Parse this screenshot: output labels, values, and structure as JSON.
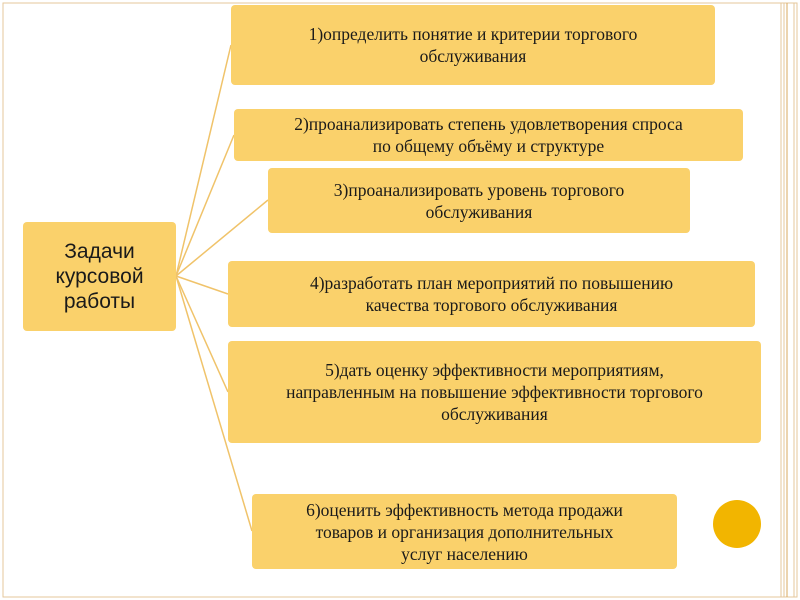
{
  "diagram": {
    "root": {
      "lines": [
        "Задачи",
        "курсовой",
        "работы"
      ]
    },
    "nodes": [
      {
        "lines": [
          "1)определить понятие и критерии торгового",
          "обслуживания"
        ]
      },
      {
        "lines": [
          "2)проанализировать степень удовлетворения спроса",
          "по общему объёму и структуре"
        ]
      },
      {
        "lines": [
          "3)проанализировать уровень торгового",
          "обслуживания"
        ]
      },
      {
        "lines": [
          "4)разработать план мероприятий по повышению",
          "качества торгового обслуживания"
        ]
      },
      {
        "lines": [
          "5)дать оценку эффективности мероприятиям,",
          "направленным на повышение эффективности торгового",
          "обслуживания"
        ]
      },
      {
        "lines": [
          "6)оценить эффективность метода продажи",
          "товаров и организация дополнительных",
          "услуг населению"
        ]
      }
    ]
  },
  "colors": {
    "box_fill": "#fad16b",
    "connector": "#f0c36a",
    "frame_outer": "#e6c79b",
    "frame_inner": "#d9a85f",
    "accent_circle": "#f2b500"
  }
}
